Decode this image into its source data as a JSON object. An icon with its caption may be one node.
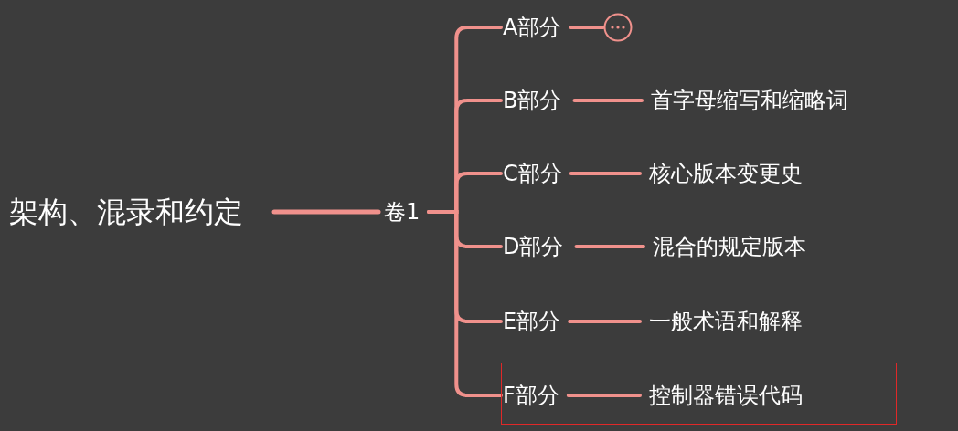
{
  "diagram": {
    "nodes": [
      {
        "text": [
          "架构、混录和约定"
        ]
      },
      {
        "text": [
          "卷1"
        ]
      },
      {
        "text": [
          "A部分"
        ]
      },
      {
        "text": [],
        "shape": "circle"
      },
      {
        "text": [
          "B部分"
        ]
      },
      {
        "text": [
          "首字母缩写和缩略词"
        ]
      },
      {
        "text": [
          "C部分"
        ]
      },
      {
        "text": [
          "核心版本变更史"
        ]
      },
      {
        "text": [
          "D部分"
        ]
      },
      {
        "text": [
          "混合的规定版本"
        ]
      },
      {
        "text": [
          "E部分"
        ]
      },
      {
        "text": [
          "一般术语和解释"
        ]
      },
      {
        "text": [],
        "shape": "box"
      },
      {
        "text": [
          "F部分"
        ],
        "in": 12
      },
      {
        "text": [
          "控制器错误代码"
        ],
        "in": 12
      }
    ],
    "edges": [
      {
        "from": 0,
        "to": 1,
        "arrow": "none"
      },
      {
        "from": 1,
        "to": 2,
        "arrow": "none"
      },
      {
        "from": 1,
        "to": 4,
        "arrow": "none"
      },
      {
        "from": 1,
        "to": 6,
        "arrow": "none"
      },
      {
        "from": 1,
        "to": 8,
        "arrow": "none"
      },
      {
        "from": 1,
        "to": 10,
        "arrow": "none"
      },
      {
        "from": 1,
        "to": 13,
        "arrow": "none"
      },
      {
        "from": 2,
        "to": 3,
        "arrow": "none"
      },
      {
        "from": 4,
        "to": 5,
        "arrow": "none"
      },
      {
        "from": 6,
        "to": 7,
        "arrow": "none"
      },
      {
        "from": 8,
        "to": 9,
        "arrow": "none"
      },
      {
        "from": 10,
        "to": 11,
        "arrow": "none"
      },
      {
        "from": 13,
        "to": 14,
        "arrow": "none"
      }
    ]
  }
}
